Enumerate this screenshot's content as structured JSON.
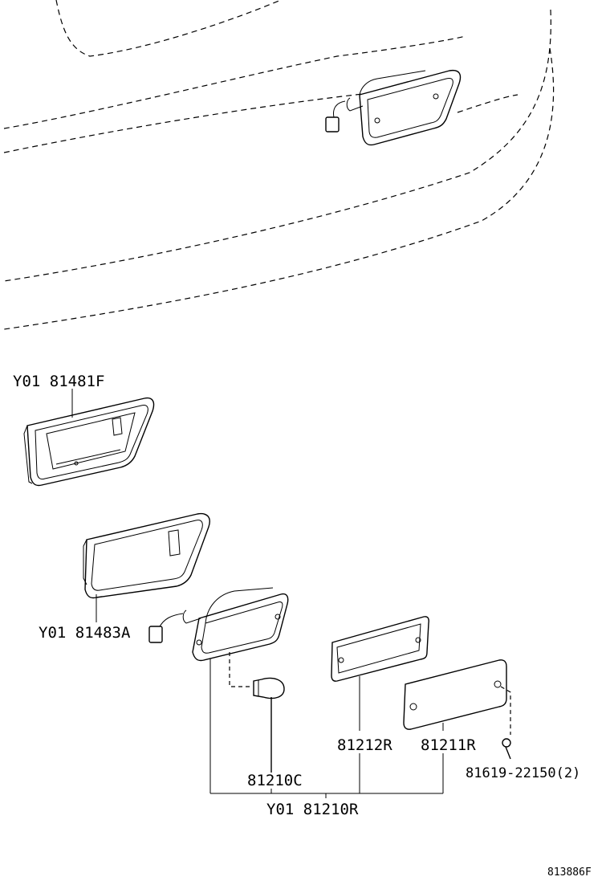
{
  "labels": {
    "side_marker_bezel_upper": "Y01 81481F",
    "side_marker_bezel_lower": "Y01 81483A",
    "bulb": "81210C",
    "lens_gasket": "81212R",
    "lens": "81211R",
    "screw": "81619-22150(2)",
    "lamp_assy": "Y01 81210R"
  },
  "diagram_ref": "813886F"
}
